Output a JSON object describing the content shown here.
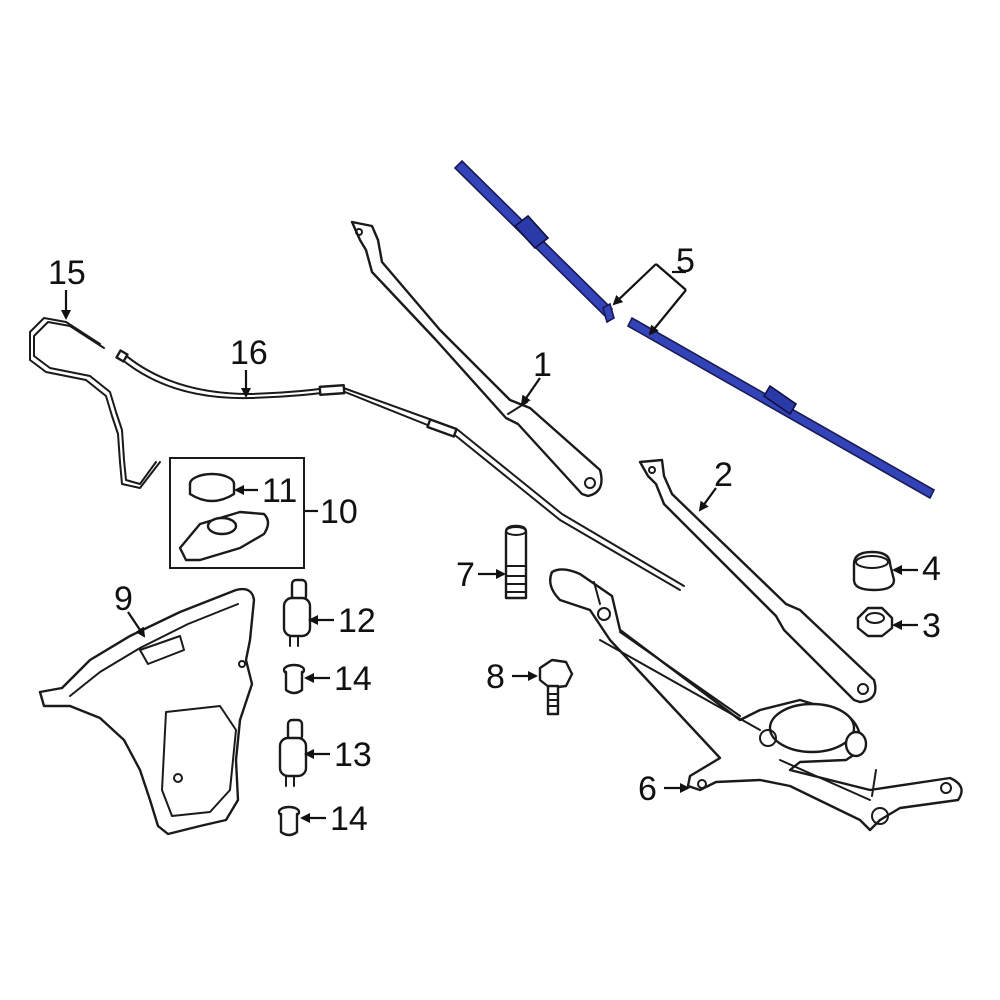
{
  "colors": {
    "highlight_blade": "#3344b8",
    "line_art": "#1a1a1a",
    "background": "#ffffff"
  },
  "callouts": {
    "c1": "1",
    "c2": "2",
    "c3": "3",
    "c4": "4",
    "c5": "5",
    "c6": "6",
    "c7": "7",
    "c8": "8",
    "c9": "9",
    "c10": "10",
    "c11": "11",
    "c12": "12",
    "c13": "13",
    "c14a": "14",
    "c14b": "14",
    "c15": "15",
    "c16": "16"
  }
}
